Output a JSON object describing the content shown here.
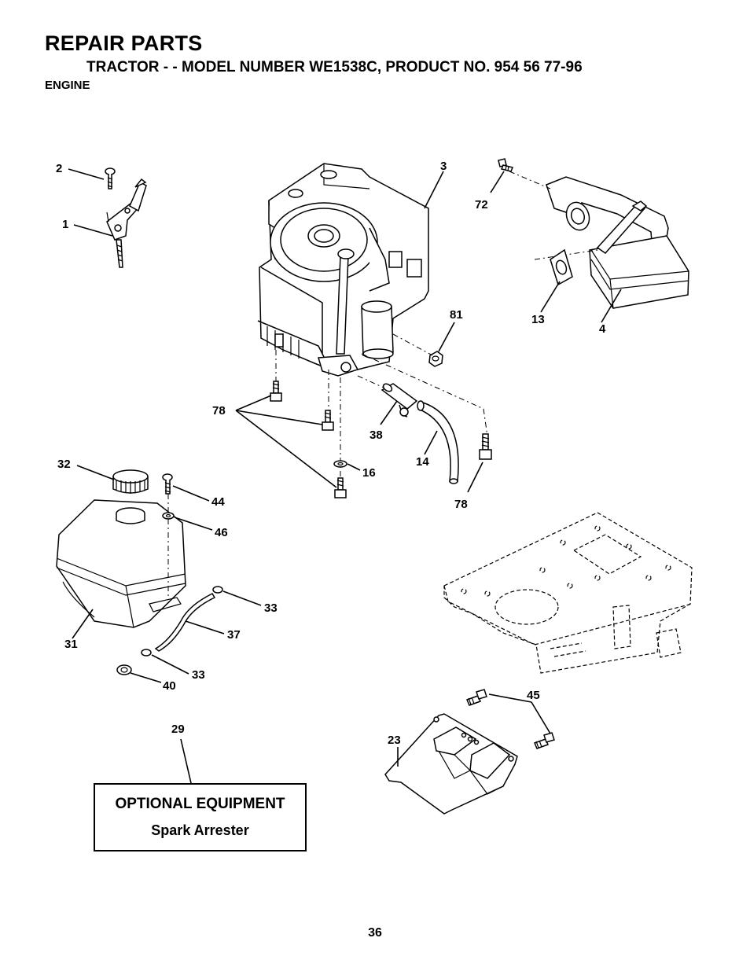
{
  "header": {
    "title": "REPAIR PARTS",
    "subtitle": "TRACTOR - - MODEL NUMBER WE1538C, PRODUCT NO. 954 56 77-96",
    "section": "ENGINE"
  },
  "callouts": {
    "c1": "1",
    "c2": "2",
    "c3": "3",
    "c4": "4",
    "c13": "13",
    "c14": "14",
    "c16": "16",
    "c23": "23",
    "c29": "29",
    "c31": "31",
    "c32": "32",
    "c33a": "33",
    "c33b": "33",
    "c37": "37",
    "c38": "38",
    "c40": "40",
    "c44": "44",
    "c45": "45",
    "c46": "46",
    "c72": "72",
    "c78a": "78",
    "c78b": "78",
    "c81": "81"
  },
  "optional_box": {
    "title": "OPTIONAL EQUIPMENT",
    "item": "Spark Arrester"
  },
  "footer": {
    "page_number": "36"
  }
}
